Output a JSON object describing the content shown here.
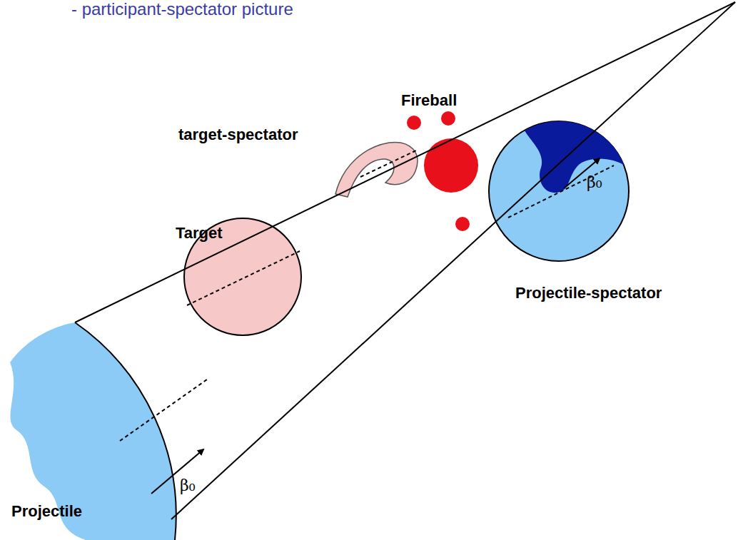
{
  "diagram": {
    "title": "- participant-spectator picture",
    "nodes": [
      {
        "text": [
          "Fireball"
        ]
      },
      {
        "text": [
          "target-spectator"
        ]
      },
      {
        "text": [
          "Target"
        ]
      },
      {
        "text": [
          "β₀",
          "Projectile-spectator"
        ]
      },
      {
        "text": [
          "β₀",
          "Projectile"
        ]
      }
    ]
  }
}
